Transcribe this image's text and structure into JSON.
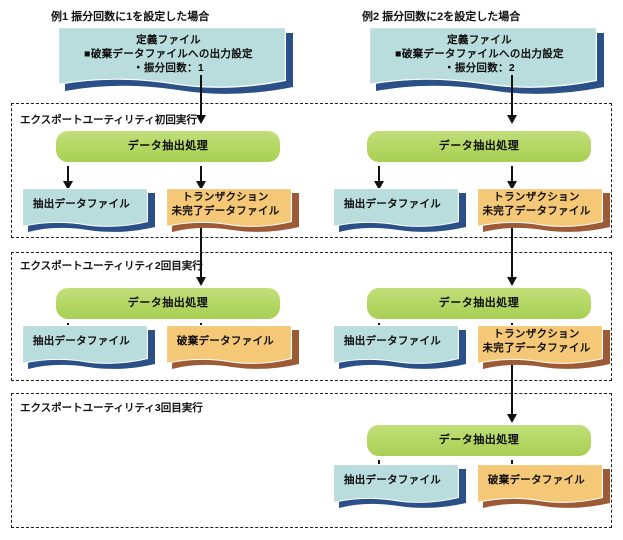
{
  "diagram": {
    "columns": [
      {
        "id": "example1",
        "title": "例1 振分回数に1を設定した場合"
      },
      {
        "id": "example2",
        "title": "例2 振分回数に2を設定した場合"
      }
    ],
    "definition_files": [
      {
        "line1": "定義ファイル",
        "line2": "■破棄データファイルへの出力設定",
        "line3": "・振分回数：1"
      },
      {
        "line1": "定義ファイル",
        "line2": "■破棄データファイルへの出力設定",
        "line3": "・振分回数：2"
      }
    ],
    "phases": [
      {
        "id": "run1",
        "label": "エクスポートユーティリティ初回実行"
      },
      {
        "id": "run2",
        "label": "エクスポートユーティリティ2回目実行"
      },
      {
        "id": "run3",
        "label": "エクスポートユーティリティ3回目実行"
      }
    ],
    "process_label": "データ抽出処理",
    "outputs": {
      "extracted": "抽出データファイル",
      "discard": "破棄データファイル",
      "transaction_incomplete_line1": "トランザクション",
      "transaction_incomplete_line2": "未完了データファイル"
    },
    "nodes": {
      "ex1_run1_process": "データ抽出処理",
      "ex1_run1_left": "抽出データファイル",
      "ex1_run1_right_l1": "トランザクション",
      "ex1_run1_right_l2": "未完了データファイル",
      "ex1_run2_process": "データ抽出処理",
      "ex1_run2_left": "抽出データファイル",
      "ex1_run2_right": "破棄データファイル",
      "ex2_run1_process": "データ抽出処理",
      "ex2_run1_left": "抽出データファイル",
      "ex2_run1_right_l1": "トランザクション",
      "ex2_run1_right_l2": "未完了データファイル",
      "ex2_run2_process": "データ抽出処理",
      "ex2_run2_left": "抽出データファイル",
      "ex2_run2_right_l1": "トランザクション",
      "ex2_run2_right_l2": "未完了データファイル",
      "ex2_run3_process": "データ抽出処理",
      "ex2_run3_left": "抽出データファイル",
      "ex2_run3_right": "破棄データファイル"
    },
    "colors": {
      "doc_blue_fill": "#b9dcdd",
      "doc_blue_shadow": "#2b4f87",
      "doc_orange_fill": "#f5c877",
      "doc_orange_shadow": "#9c5a36",
      "process_green_fill": "#b3d762",
      "process_green_shadow": "#5d9a38",
      "arrow": "#111111",
      "dash_border": "#202020",
      "text": "#0d0d0d",
      "background": "#ffffff"
    }
  }
}
